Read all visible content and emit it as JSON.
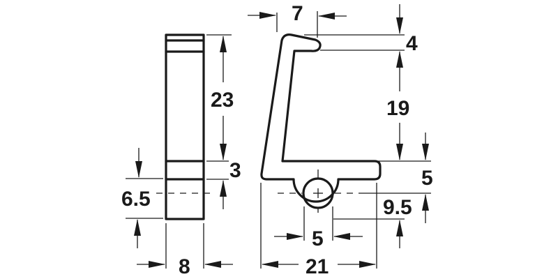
{
  "drawing": {
    "units": "mm",
    "front_view": {
      "height_label": "23",
      "band_label": "3",
      "hole_offset_label": "6.5",
      "width_label": "8"
    },
    "side_view": {
      "lip_width_label": "7",
      "lip_height_label": "4",
      "inner_height_label": "19",
      "base_thickness_label": "5",
      "hole_center_label": "9.5",
      "hole_diameter_label": "5",
      "overall_width_label": "21"
    },
    "colors": {
      "line": "#1a1a1a",
      "background": "#ffffff"
    }
  }
}
